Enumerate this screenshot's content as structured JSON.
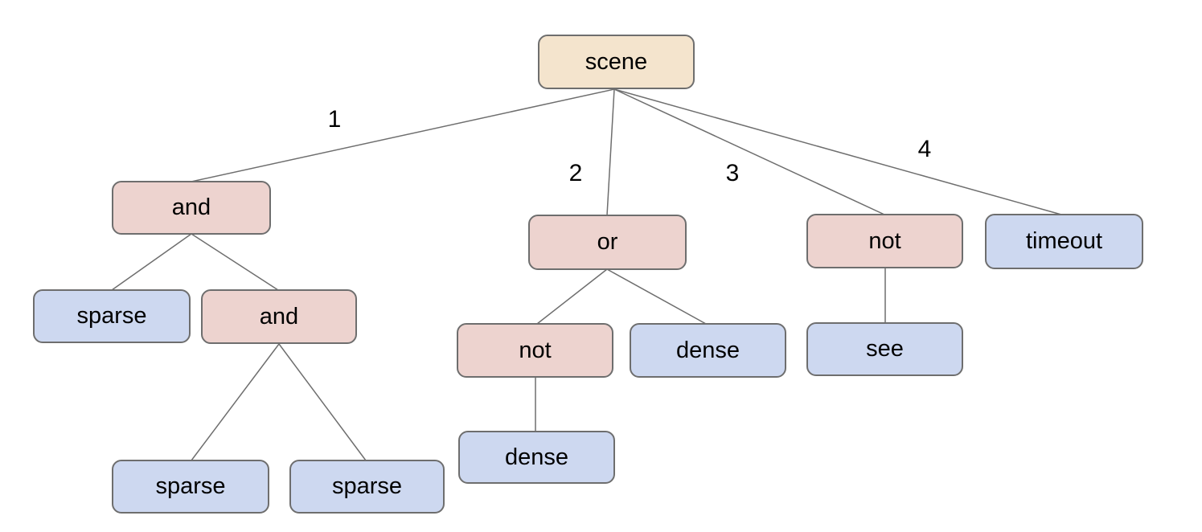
{
  "diagram": {
    "type": "tree",
    "background": "#ffffff"
  },
  "nodes": {
    "scene": "scene",
    "and_l1": "and",
    "or_l1": "or",
    "not_l1": "not",
    "timeout_l1": "timeout",
    "sparse_l2a": "sparse",
    "and_l2": "and",
    "not_l2": "not",
    "dense_l2": "dense",
    "see_l2": "see",
    "sparse_l3a": "sparse",
    "sparse_l3b": "sparse",
    "dense_l3": "dense"
  },
  "edge_labels": [
    "1",
    "2",
    "3",
    "4"
  ],
  "tree": {
    "label": "scene",
    "children": [
      {
        "edge": "1",
        "label": "and",
        "children": [
          {
            "label": "sparse"
          },
          {
            "label": "and",
            "children": [
              {
                "label": "sparse"
              },
              {
                "label": "sparse"
              }
            ]
          }
        ]
      },
      {
        "edge": "2",
        "label": "or",
        "children": [
          {
            "label": "not",
            "children": [
              {
                "label": "dense"
              }
            ]
          },
          {
            "label": "dense"
          }
        ]
      },
      {
        "edge": "3",
        "label": "not",
        "children": [
          {
            "label": "see"
          }
        ]
      },
      {
        "edge": "4",
        "label": "timeout"
      }
    ]
  },
  "colors": {
    "root_fill": "#f4e4cd",
    "operator_fill": "#edd3cf",
    "leaf_fill": "#cdd8f0",
    "node_border": "#6e6e6e",
    "edge_stroke": "#6e6e6e",
    "label_text": "#000000"
  }
}
